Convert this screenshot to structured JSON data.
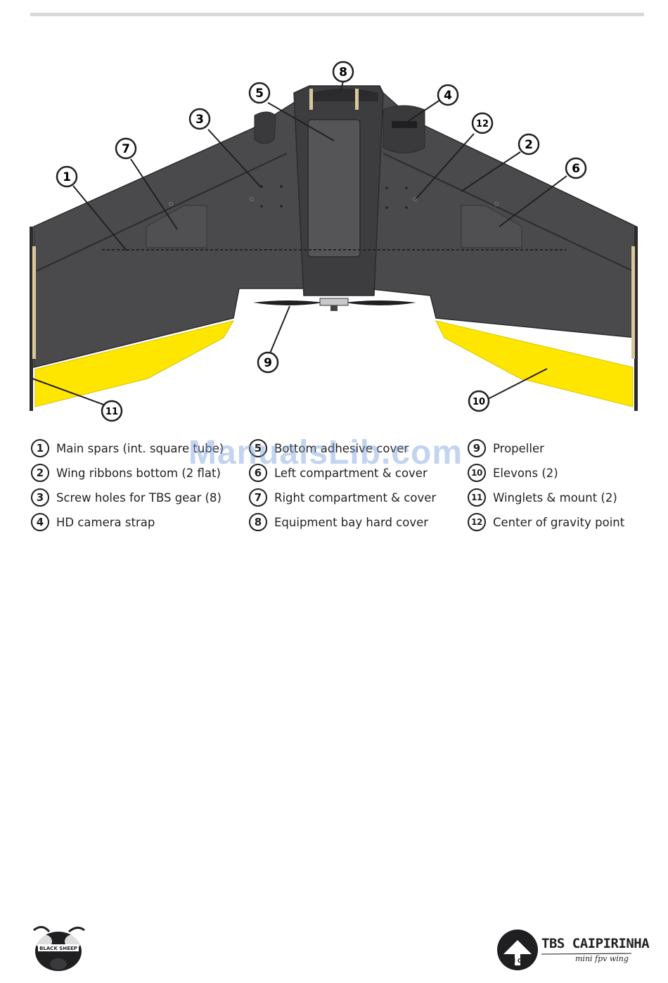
{
  "callouts": [
    "1",
    "2",
    "3",
    "4",
    "5",
    "6",
    "7",
    "8",
    "9",
    "10",
    "11",
    "12"
  ],
  "legend": [
    {
      "num": "1",
      "text": "Main spars (int. square tube)"
    },
    {
      "num": "2",
      "text": "Wing ribbons bottom (2 flat)"
    },
    {
      "num": "3",
      "text": "Screw holes for TBS gear (8)"
    },
    {
      "num": "4",
      "text": "HD camera strap"
    },
    {
      "num": "5",
      "text": "Bottom adhesive cover"
    },
    {
      "num": "6",
      "text": "Left compartment & cover"
    },
    {
      "num": "7",
      "text": "Right compartment & cover"
    },
    {
      "num": "8",
      "text": "Equipment bay hard cover"
    },
    {
      "num": "9",
      "text": "Propeller"
    },
    {
      "num": "10",
      "text": "Elevons (2)"
    },
    {
      "num": "11",
      "text": "Winglets & mount (2)"
    },
    {
      "num": "12",
      "text": "Center of gravity point"
    }
  ],
  "watermark": "ManualsLib.com",
  "brand": {
    "title": "TBS CAIPIRINHA",
    "subtitle": "mini fpv wing",
    "badge_letters": "I C",
    "sheep_text": "BLACK SHEEP"
  },
  "colors": {
    "wing": "#4a4a4c",
    "wing_dark": "#3a3a3c",
    "elevon": "#ffe600",
    "winglet": "#d8c79a",
    "outline": "#231f20"
  }
}
